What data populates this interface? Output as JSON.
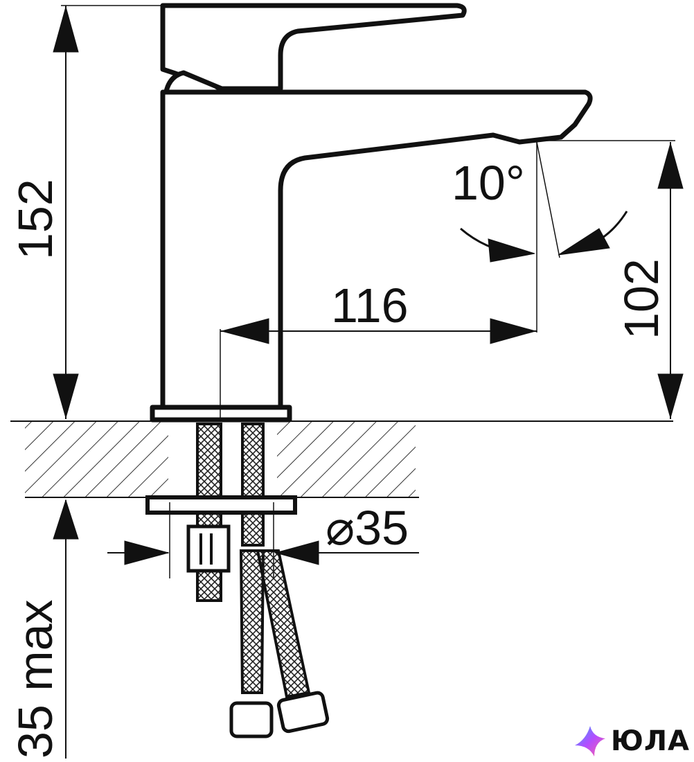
{
  "dimensions": {
    "total_height": "152",
    "spout_height": "102",
    "spout_reach": "116",
    "angle": "10°",
    "hole_diameter": "⌀35",
    "max_thickness": "35 max"
  },
  "logo": {
    "text": "ЮЛА",
    "icon": "star-logo-icon",
    "colors": [
      "#3aa0ff",
      "#b34dff",
      "#ff5fa2"
    ]
  }
}
